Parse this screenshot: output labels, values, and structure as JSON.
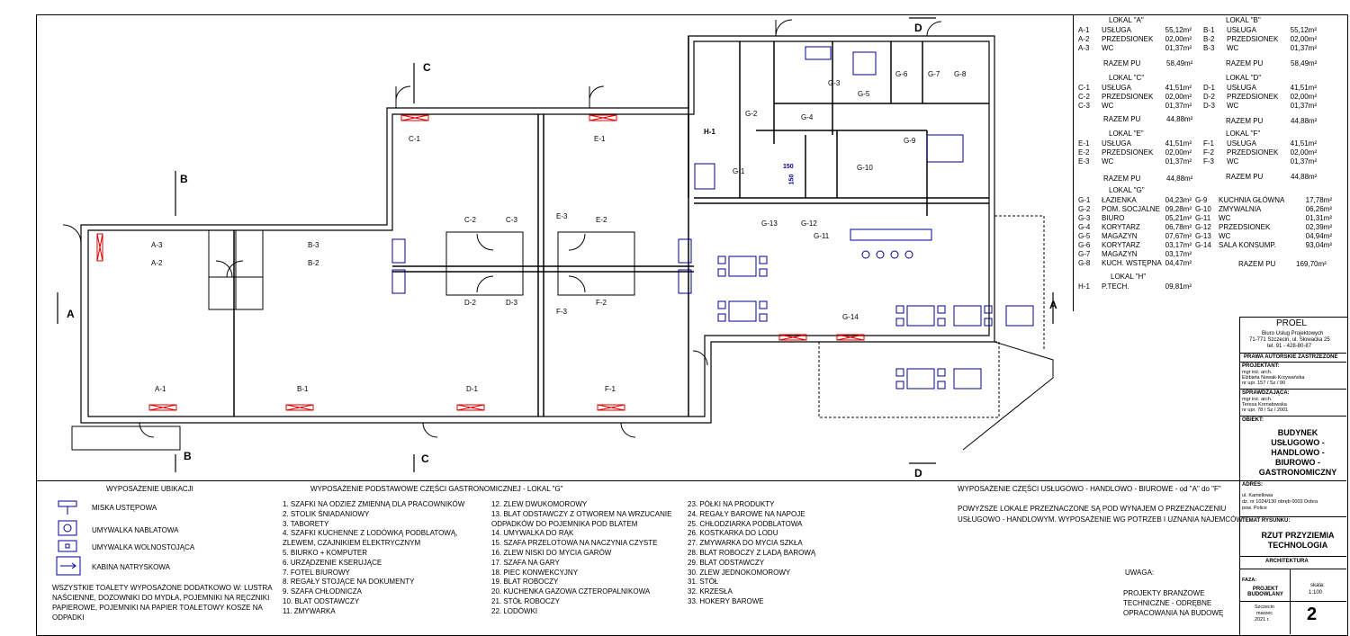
{
  "plan": {
    "rooms": [
      {
        "id": "A-1"
      },
      {
        "id": "A-2"
      },
      {
        "id": "A-3"
      },
      {
        "id": "B-1"
      },
      {
        "id": "B-2"
      },
      {
        "id": "B-3"
      },
      {
        "id": "C-1"
      },
      {
        "id": "C-2"
      },
      {
        "id": "C-3"
      },
      {
        "id": "D-1"
      },
      {
        "id": "D-2"
      },
      {
        "id": "D-3"
      },
      {
        "id": "E-1"
      },
      {
        "id": "E-2"
      },
      {
        "id": "E-3"
      },
      {
        "id": "F-1"
      },
      {
        "id": "F-2"
      },
      {
        "id": "F-3"
      },
      {
        "id": "G-1"
      },
      {
        "id": "G-2"
      },
      {
        "id": "G-3"
      },
      {
        "id": "G-4"
      },
      {
        "id": "G-5"
      },
      {
        "id": "G-6"
      },
      {
        "id": "G-7"
      },
      {
        "id": "G-8"
      },
      {
        "id": "G-9"
      },
      {
        "id": "G-10"
      },
      {
        "id": "G-11"
      },
      {
        "id": "G-12"
      },
      {
        "id": "G-13"
      },
      {
        "id": "G-14"
      },
      {
        "id": "H-1"
      }
    ],
    "section_marks": [
      "A",
      "A",
      "B",
      "B",
      "C",
      "C",
      "D",
      "D"
    ],
    "dims": [
      "150",
      "150"
    ]
  },
  "areas": {
    "lokal_a": {
      "title": "LOKAL \"A\"",
      "rows": [
        [
          "A-1",
          "USŁUGA",
          "55,12m²"
        ],
        [
          "A-2",
          "PRZEDSIONEK",
          "02,00m²"
        ],
        [
          "A-3",
          "WC",
          "01,37m²"
        ]
      ],
      "total_label": "RAZEM PU",
      "total": "58,49m²"
    },
    "lokal_b": {
      "title": "LOKAL \"B\"",
      "rows": [
        [
          "B-1",
          "USŁUGA",
          "55,12m²"
        ],
        [
          "B-2",
          "PRZEDSIONEK",
          "02,00m²"
        ],
        [
          "B-3",
          "WC",
          "01,37m²"
        ]
      ],
      "total_label": "RAZEM PU",
      "total": "58,49m²"
    },
    "lokal_c": {
      "title": "LOKAL \"C\"",
      "rows": [
        [
          "C-1",
          "USŁUGA",
          "41,51m²"
        ],
        [
          "C-2",
          "PRZEDSIONEK",
          "02,00m²"
        ],
        [
          "C-3",
          "WC",
          "01,37m²"
        ]
      ],
      "total_label": "RAZEM PU",
      "total": "44,88m²"
    },
    "lokal_d": {
      "title": "LOKAL \"D\"",
      "rows": [
        [
          "D-1",
          "USŁUGA",
          "41,51m²"
        ],
        [
          "D-2",
          "PRZEDSIONEK",
          "02,00m²"
        ],
        [
          "D-3",
          "WC",
          "01,37m²"
        ]
      ],
      "total_label": "RAZEM PU",
      "total": "44,88m²"
    },
    "lokal_e": {
      "title": "LOKAL \"E\"",
      "rows": [
        [
          "E-1",
          "USŁUGA",
          "41,51m²"
        ],
        [
          "E-2",
          "PRZEDSIONEK",
          "02,00m²"
        ],
        [
          "E-3",
          "WC",
          "01,37m²"
        ]
      ],
      "total_label": "RAZEM PU",
      "total": "44,88m²"
    },
    "lokal_f": {
      "title": "LOKAL \"F\"",
      "rows": [
        [
          "F-1",
          "USŁUGA",
          "41,51m²"
        ],
        [
          "F-2",
          "PRZEDSIONEK",
          "02,00m²"
        ],
        [
          "F-3",
          "WC",
          "01,37m²"
        ]
      ],
      "total_label": "RAZEM PU",
      "total": "44,88m²"
    },
    "lokal_g": {
      "title": "LOKAL \"G\"",
      "left": [
        [
          "G-1",
          "ŁAZIENKA",
          "04,23m²"
        ],
        [
          "G-2",
          "POM. SOCJALNE",
          "09,28m²"
        ],
        [
          "G-3",
          "BIURO",
          "05,21m²"
        ],
        [
          "G-4",
          "KORYTARZ",
          "06,78m²"
        ],
        [
          "G-5",
          "MAGAZYN",
          "07,67m²"
        ],
        [
          "G-6",
          "KORYTARZ",
          "03,17m²"
        ],
        [
          "G-7",
          "MAGAZYN",
          "03,17m²"
        ],
        [
          "G-8",
          "KUCH. WSTĘPNA",
          "04,47m²"
        ]
      ],
      "right": [
        [
          "G-9",
          "KUCHNIA GŁÓWNA",
          "17,78m²"
        ],
        [
          "G-10",
          "ZMYWALNIA",
          "06,26m²"
        ],
        [
          "G-11",
          "WC",
          "01,31m²"
        ],
        [
          "G-12",
          "PRZEDSIONEK",
          "02,39m²"
        ],
        [
          "G-13",
          "WC",
          "04,94m²"
        ],
        [
          "G-14",
          "SALA KONSUMP.",
          "93,04m²"
        ]
      ],
      "total_label": "RAZEM PU",
      "total": "169,70m²"
    },
    "lokal_h": {
      "title": "LOKAL \"H\"",
      "rows": [
        [
          "H-1",
          "P.TECH.",
          "09,81m²"
        ]
      ]
    }
  },
  "title_block": {
    "company": "PROEL",
    "company_lines": [
      "Biuro Usług Projektowych",
      "71-771 Szczecin, ul. Słowacka 25",
      "tel. 91 - 428-80-87"
    ],
    "rights": "PRAWA AUTORSKIE ZASTRZEŻONE",
    "designer_label": "PROJEKTANT:",
    "designer_lines": [
      "mgr inż. arch.",
      "Elżbieta Nowak-Krzywańska",
      "nr upr. 157 / Sz / 90"
    ],
    "checker_label": "SPRAWDZAJĄCA:",
    "checker_lines": [
      "mgr inż. arch.",
      "Teresa Kornatowska",
      "nr upr. 78 / Sz / 2001"
    ],
    "object_label": "OBIEKT:",
    "object": "BUDYNEK USŁUGOWO - HANDLOWO - BIUROWO - GASTRONOMICZNY",
    "address_label": "ADRES:",
    "address_lines": [
      "ul. Kamellowa",
      "dz. nr 1024/130 obręb 0003 Dobra",
      "pow. Police"
    ],
    "drawing_label": "TEMAT RYSUNKU:",
    "drawing": "RZUT PRZYZIEMIA TECHNOLOGIA",
    "branch": "ARCHITEKTURA",
    "phase_label": "FAZA:",
    "phase": "PROJEKT BUDOWLANY",
    "scale_label": "skala:",
    "scale": "1:100",
    "date_lines": [
      "Szczecin",
      "marzec",
      "2021 r."
    ],
    "sheet": "2"
  },
  "legend_ubikacji": {
    "title": "WYPOSAŻENIE UBIKACJI",
    "items": [
      "MISKA USTĘPOWA",
      "UMYWALKA NABLATOWA",
      "UMYWALKA WOLNOSTOJĄCA",
      "KABINA NATRYSKOWA"
    ],
    "note": "WSZYSTKIE TOALETY WYPOSAŻONE DODATKOWO W: LUSTRA NAŚCIENNE, DOZOWNIKI DO MYDŁA, POJEMNIKI NA RĘCZNIKI PAPIEROWE, POJEMNIKI NA PAPIER TOALETOWY KOSZE NA ODPADKI"
  },
  "legend_g": {
    "title": "WYPOSAŻENIE PODSTAWOWE CZĘŚCI GASTRONOMICZNEJ - LOKAL \"G\"",
    "col1": [
      "1. SZAFKI NA ODZIEŻ ZMIENNĄ DLA PRACOWNIKÓW",
      "2. STOLIK ŚNIADANIOWY",
      "3. TABORETY",
      "4. SZAFKI KUCHENNE Z LODÓWKĄ PODBLATOWĄ,",
      "ZLEWEM, CZAJNIKIEM ELEKTRYCZNYM",
      "5. BIURKO + KOMPUTER",
      "6. URZĄDZENIE KSERUJĄCE",
      "7. FOTEL BIUROWY",
      "8. REGAŁY STOJĄCE NA DOKUMENTY",
      "9. SZAFA CHŁODNICZA",
      "10. BLAT ODSTAWCZY",
      "11. ZMYWARKA"
    ],
    "col2": [
      "12. ZLEW DWUKOMOROWY",
      "13. BLAT ODSTAWCZY Z OTWOREM NA WRZUCANIE",
      "ODPADKÓW DO POJEMNIKA POD BLATEM",
      "14. UMYWALKA DO RĄK",
      "15. SZAFA PRZELOTOWA NA NACZYNIA CZYSTE",
      "16. ZLEW NISKI DO MYCIA GARÓW",
      "17. SZAFA NA GARY",
      "18. PIEC KONWEKCYJNY",
      "19. BLAT ROBOCZY",
      "20. KUCHENKA GAZOWA CZTEROPALNIKOWA",
      "21. STÓŁ ROBOCZY",
      "22. LODÓWKI"
    ],
    "col3": [
      "23. PÓŁKI NA PRODUKTY",
      "24. REGAŁY BAROWE NA NAPOJE",
      "25. CHŁODZIARKA PODBLATOWA",
      "26. KOSTKARKA DO LODU",
      "27. ZMYWARKA  DO MYCIA SZKŁA",
      "28. BLAT ROBOCZY Z LADĄ BAROWĄ",
      "29. BLAT ODSTAWCZY",
      "30. ZLEW JEDNOKOMOROWY",
      "31. STÓŁ",
      "32. KRZESŁA",
      "33. HOKERY BAROWE"
    ]
  },
  "legend_af": {
    "title": "WYPOSAŻENIE CZĘŚCI USŁUGOWO - HANDLOWO - BIUROWE - od \"A\" do  \"F\"",
    "text": "POWYŻSZE LOKALE PRZEZNACZONE SĄ POD WYNAJEM O PRZEZNACZENIU USŁUGOWO - HANDLOWYM. WYPOSAŻENIE WG POTRZEB I  UZNANIA NAJEMCÓW.",
    "note_label": "UWAGA:",
    "note": "PROJEKTY BRANŻOWE TECHNICZNE - ODRĘBNE OPRACOWANIA NA BUDOWĘ"
  }
}
